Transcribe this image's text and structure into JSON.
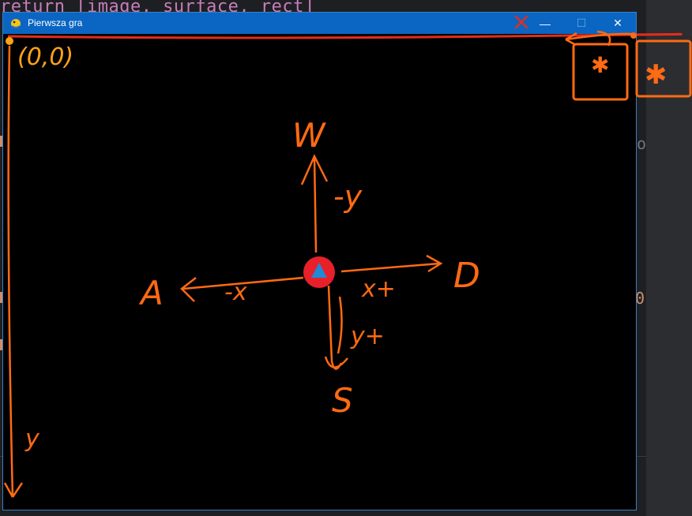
{
  "ide": {
    "code_line": "return [image, surface, rect]",
    "right_fragment": "o",
    "right_fragment_2": "0"
  },
  "window": {
    "title": "Pierwsza gra",
    "minimize_glyph": "—",
    "maximize_glyph": "☐",
    "close_glyph": "✕"
  },
  "annotations": {
    "origin": "(0,0)",
    "up_key": "W",
    "down_key": "S",
    "left_key": "A",
    "right_key": "D",
    "minus_y": "-y",
    "plus_y": "y+",
    "minus_x": "-x",
    "plus_x": "x+",
    "left_axis": "y",
    "star_1": "✱",
    "star_2": "✱"
  },
  "colors": {
    "titlebar": "#0a66c2",
    "annotation": "#ff6a13",
    "origin": "#ffa21a",
    "player_circle": "#e8202a",
    "player_triangle": "#1f8ad6"
  }
}
